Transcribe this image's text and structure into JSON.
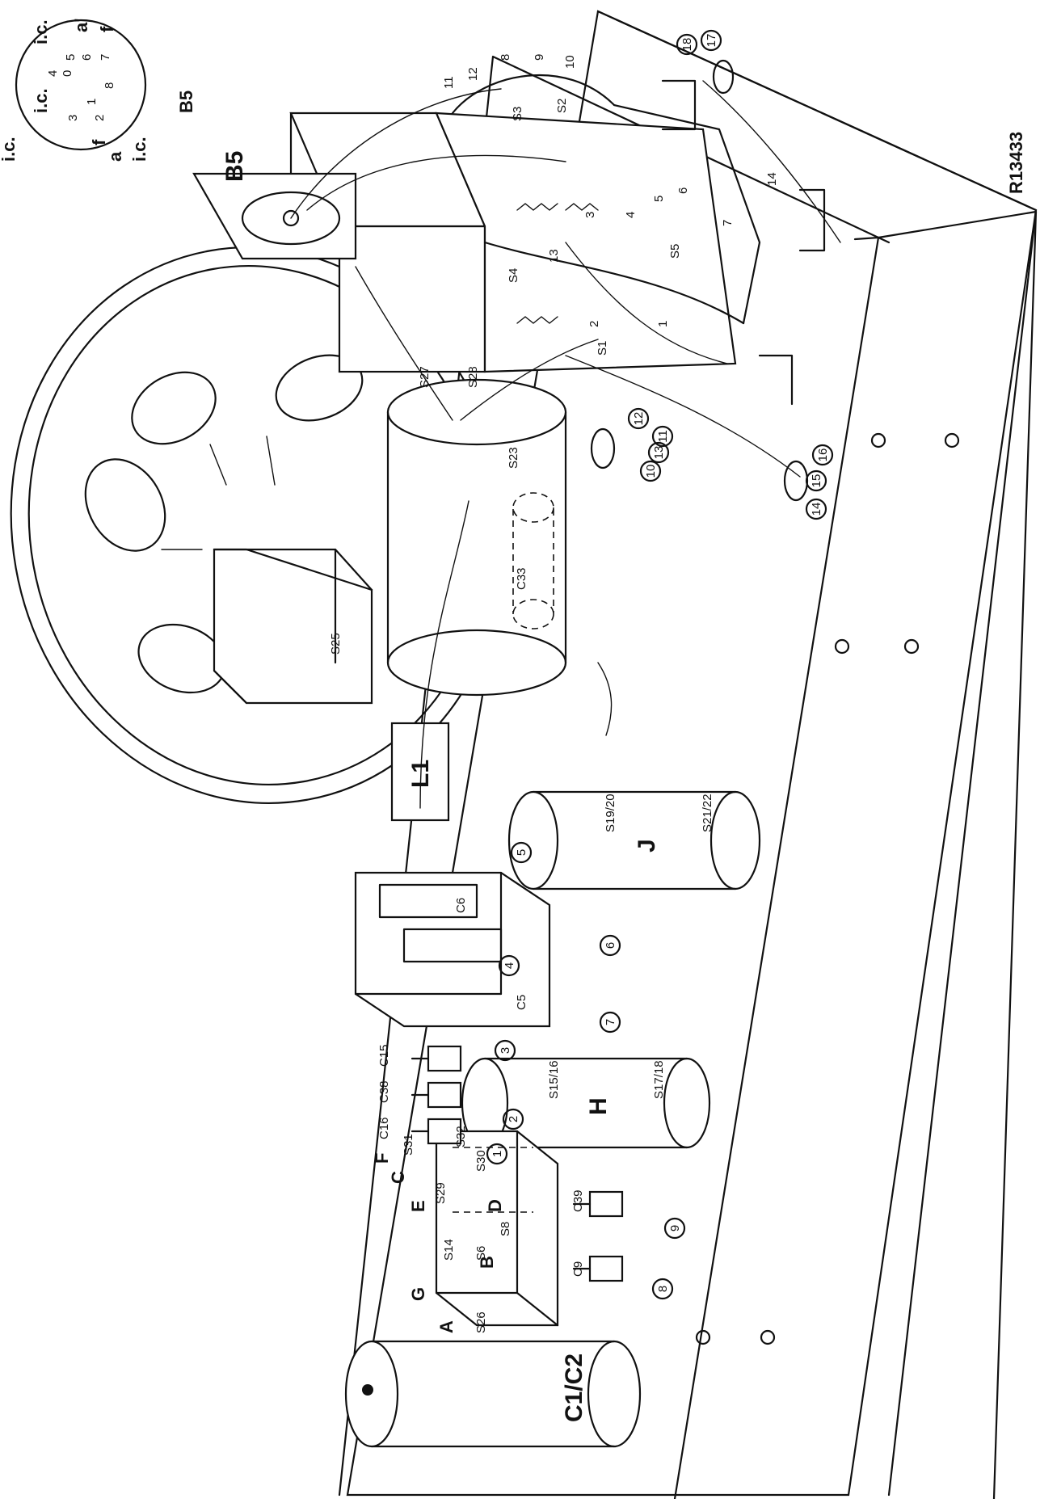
{
  "drawing_ref": "R13433",
  "tube_base": {
    "name": "B5",
    "pins": [
      "i.c.",
      "i.c.",
      "a'",
      "f",
      "i.c.",
      "i.c.",
      "a",
      "f",
      "0",
      "1",
      "2",
      "3",
      "4",
      "5",
      "6",
      "7",
      "8"
    ]
  },
  "components": {
    "c1_c2": "C1/C2",
    "H": "H",
    "J": "J",
    "L1": "L1",
    "B5_chassis": "B5",
    "s15_16": "S15/16",
    "s17_18": "S17/18",
    "s19_20": "S19/20",
    "s21_22": "S21/22",
    "c15": "C15",
    "c38": "C38",
    "c16": "C16",
    "c39": "C39",
    "c9": "C9",
    "c5": "C5",
    "c6": "C6",
    "c33": "C33",
    "s25": "S25",
    "s27": "S27",
    "s28": "S28",
    "s23": "S23",
    "s1": "S1",
    "s2": "S2",
    "s3": "S3",
    "s4": "S4",
    "s5": "S5",
    "switch_letters": [
      "A",
      "B",
      "C",
      "D",
      "E",
      "F",
      "G"
    ],
    "switch_contacts": [
      "S26",
      "S14",
      "S6",
      "S8",
      "S29",
      "S30",
      "S31",
      "S32"
    ]
  },
  "callouts": [
    "1",
    "2",
    "3",
    "4",
    "5",
    "6",
    "7",
    "8",
    "9",
    "10",
    "11",
    "12",
    "13",
    "14",
    "15",
    "16",
    "17",
    "18"
  ],
  "pin_numbers": [
    "1",
    "2",
    "3",
    "4",
    "5",
    "6",
    "7",
    "8",
    "9",
    "10",
    "11",
    "12",
    "13",
    "14"
  ]
}
